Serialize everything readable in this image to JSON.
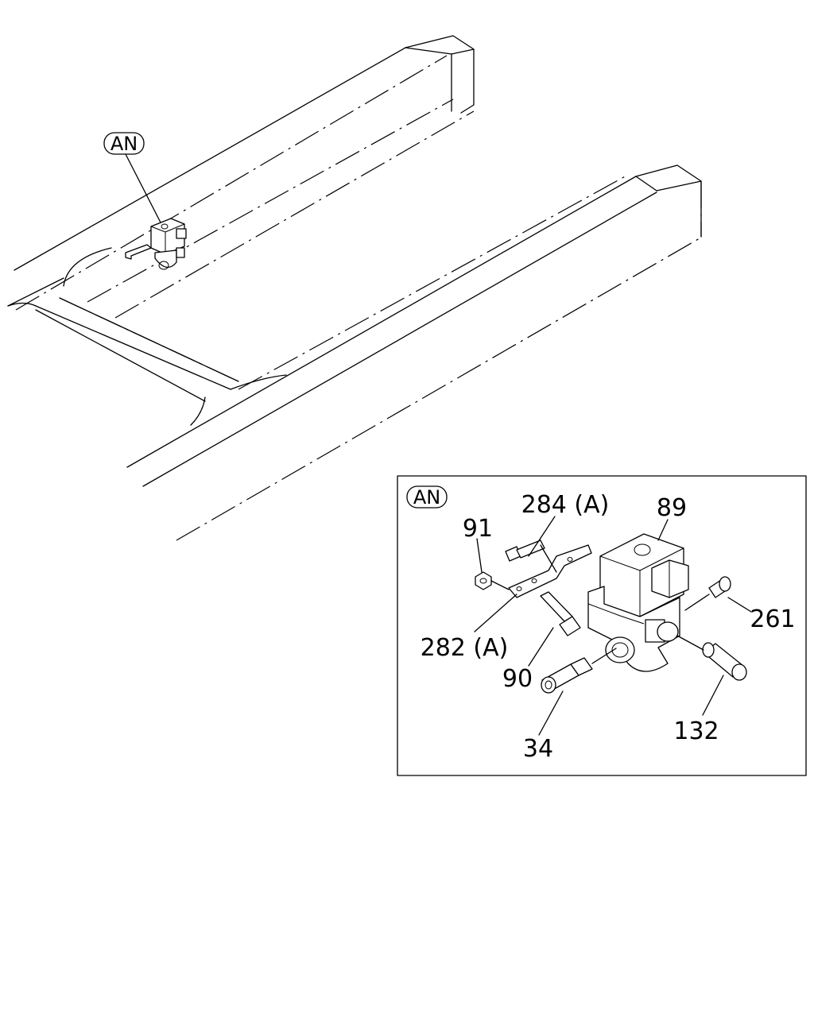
{
  "diagram": {
    "main_callout": "AN",
    "detail_callout": "AN",
    "parts": [
      {
        "id": "p89",
        "label": "89"
      },
      {
        "id": "p284",
        "label": "284 (A)"
      },
      {
        "id": "p91",
        "label": "91"
      },
      {
        "id": "p282",
        "label": "282 (A)"
      },
      {
        "id": "p90",
        "label": "90"
      },
      {
        "id": "p34",
        "label": "34"
      },
      {
        "id": "p132",
        "label": "132"
      },
      {
        "id": "p261",
        "label": "261"
      }
    ]
  }
}
